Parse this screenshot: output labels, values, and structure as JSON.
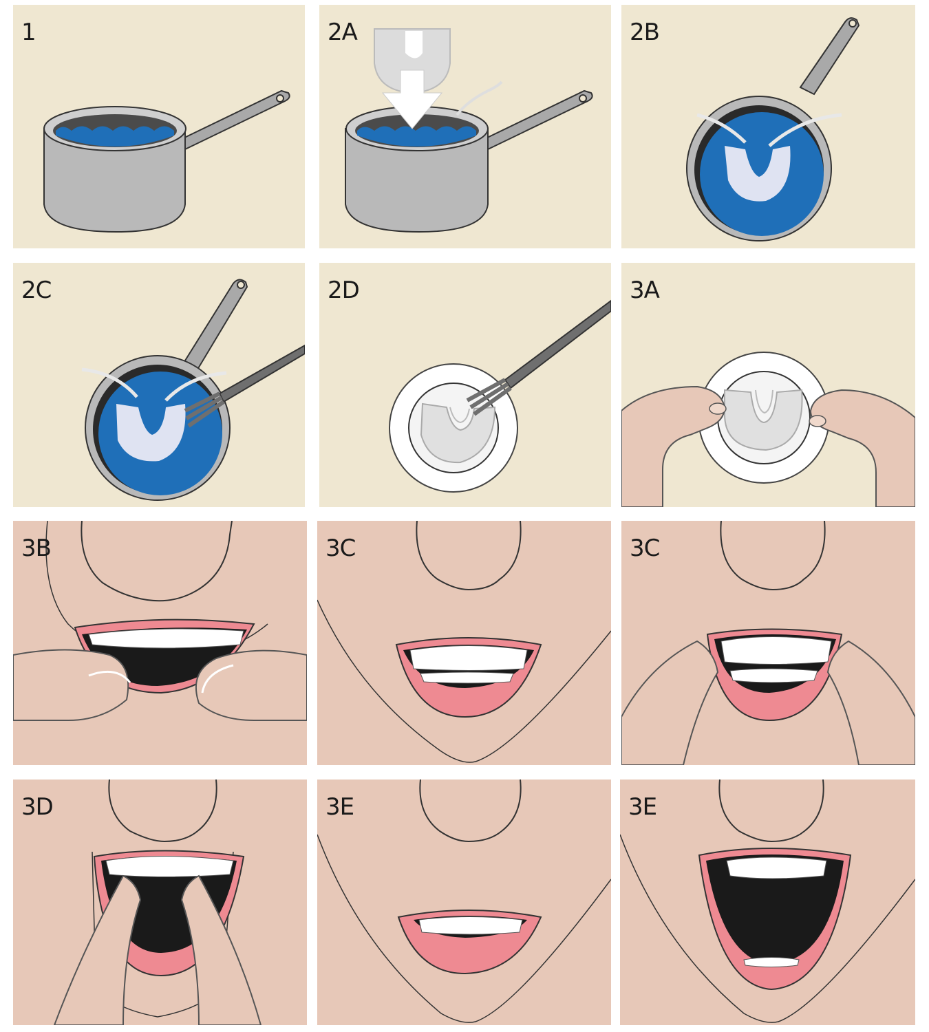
{
  "panels": [
    {
      "id": "p1",
      "label": "1"
    },
    {
      "id": "p2a",
      "label": "2A"
    },
    {
      "id": "p2b",
      "label": "2B"
    },
    {
      "id": "p2c",
      "label": "2C"
    },
    {
      "id": "p2d",
      "label": "2D"
    },
    {
      "id": "p3a",
      "label": "3A"
    },
    {
      "id": "p3b",
      "label": "3B"
    },
    {
      "id": "p3c",
      "label": "3C"
    },
    {
      "id": "p3c2",
      "label": "3C"
    },
    {
      "id": "p3d",
      "label": "3D"
    },
    {
      "id": "p3e",
      "label": "3E"
    },
    {
      "id": "p3e2",
      "label": "3E"
    }
  ],
  "colors": {
    "background_beige": "#efe7d1",
    "background_skin": "#e7c8b8",
    "water_blue": "#1f6fb8",
    "pot_grey": "#b9b9b9",
    "lip_pink": "#ee8a92",
    "mouth_black": "#1a1a1a"
  }
}
